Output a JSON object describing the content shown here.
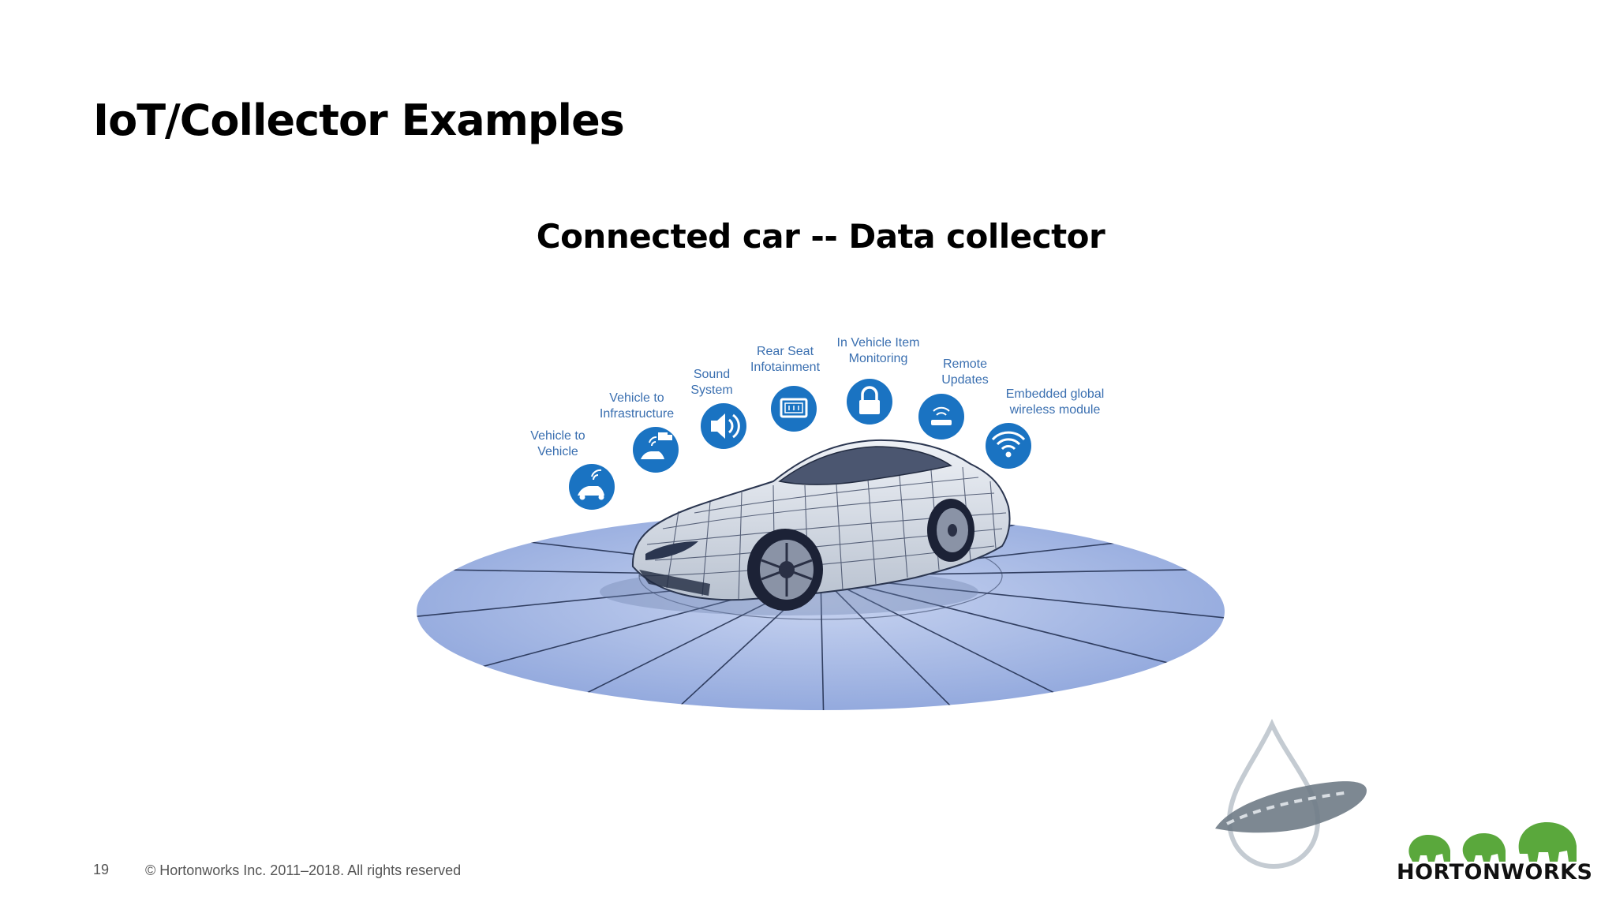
{
  "slide": {
    "title": "IoT/Collector Examples",
    "subtitle": "Connected car -- Data collector",
    "page_number": "19",
    "copyright": "© Hortonworks Inc. 2011–2018. All rights reserved"
  },
  "illustration": {
    "features": [
      {
        "line1": "Vehicle to",
        "line2": "Vehicle",
        "icon": "car-signal-icon"
      },
      {
        "line1": "Vehicle to",
        "line2": "Infrastructure",
        "icon": "car-truck-signal-icon"
      },
      {
        "line1": "Sound",
        "line2": "System",
        "icon": "speaker-icon"
      },
      {
        "line1": "Rear Seat",
        "line2": "Infotainment",
        "icon": "screen-icon"
      },
      {
        "line1": "In Vehicle Item",
        "line2": "Monitoring",
        "icon": "lock-icon"
      },
      {
        "line1": "Remote",
        "line2": "Updates",
        "icon": "router-icon"
      },
      {
        "line1": "Embedded global",
        "line2": "wireless module",
        "icon": "wifi-icon"
      }
    ],
    "icon_color": "#1a73c2",
    "platform_color": "#8fa6dc",
    "label_color": "#3a6fb0"
  },
  "branding": {
    "company": "HORTONWORKS",
    "logo_color": "#5aa83c",
    "droplet_logo": "droplet-road-logo"
  }
}
